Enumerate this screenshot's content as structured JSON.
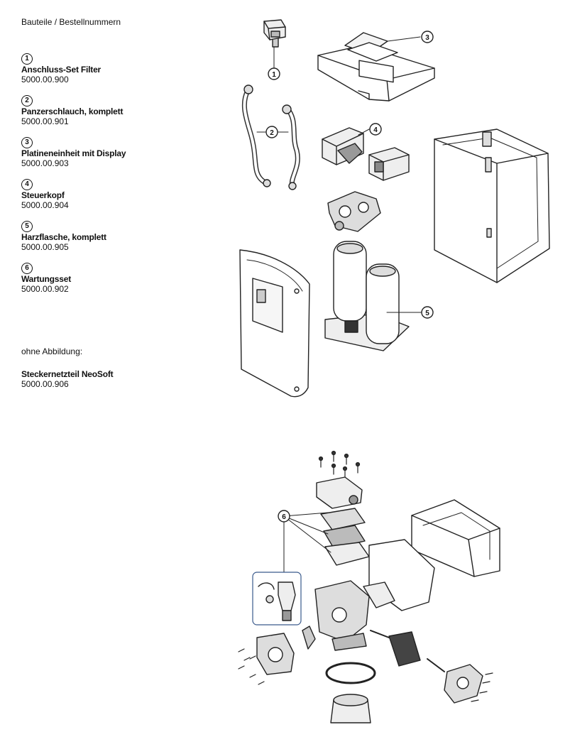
{
  "heading": "Bauteile / Bestellnummern",
  "parts": [
    {
      "num": "1",
      "name": "Anschluss-Set Filter",
      "order": "5000.00.900"
    },
    {
      "num": "2",
      "name": "Panzerschlauch, komplett",
      "order": "5000.00.901"
    },
    {
      "num": "3",
      "name": "Platineneinheit mit Display",
      "order": "5000.00.903"
    },
    {
      "num": "4",
      "name": "Steuerkopf",
      "order": "5000.00.904"
    },
    {
      "num": "5",
      "name": "Harzflasche, komplett",
      "order": "5000.00.905"
    },
    {
      "num": "6",
      "name": "Wartungsset",
      "order": "5000.00.902"
    }
  ],
  "note": "ohne Abbildung:",
  "extra": {
    "name": "Steckernetzteil NeoSoft",
    "order": "5000.00.906"
  },
  "callouts": [
    "1",
    "2",
    "3",
    "4",
    "5",
    "6"
  ]
}
